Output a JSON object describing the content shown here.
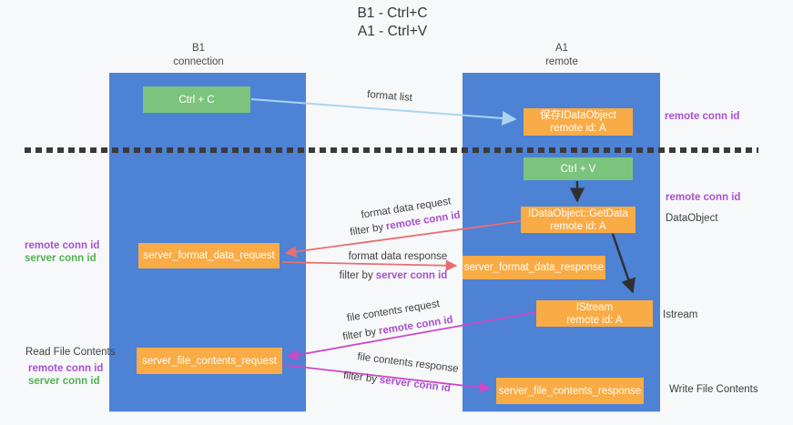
{
  "title": {
    "line1": "B1 - Ctrl+C",
    "line2": "A1 - Ctrl+V"
  },
  "lanes": {
    "left": {
      "name": "B1",
      "subtitle": "connection"
    },
    "right": {
      "name": "A1",
      "subtitle": "remote"
    }
  },
  "nodes": {
    "ctrl_c": {
      "label": "Ctrl + C"
    },
    "ctrl_v": {
      "label": "Ctrl + V"
    },
    "save_idataobject": {
      "line1": "保存IDataObject",
      "line2": "remote id: A"
    },
    "getdata": {
      "line1": "IDataObject::GetData",
      "line2": "remote id: A"
    },
    "istream": {
      "line1": "IStream",
      "line2": "remote id: A"
    },
    "server_format_data_request": {
      "label": "server_format_data_request"
    },
    "server_format_data_response": {
      "label": "server_format_data_response"
    },
    "server_file_contents_request": {
      "label": "server_file_contents_request"
    },
    "server_file_contents_response": {
      "label": "server_file_contents_response"
    }
  },
  "edges": {
    "format_list": {
      "label": "format list"
    },
    "format_data_request": {
      "label": "format data request",
      "filter_prefix": "filter by",
      "filter_id": "remote conn id"
    },
    "format_data_response": {
      "label": "format data response",
      "filter_prefix": "filter by",
      "filter_id": "server conn id"
    },
    "file_contents_request": {
      "label": "file contents request",
      "filter_prefix": "filter by",
      "filter_id": "remote conn id"
    },
    "file_contents_response": {
      "label": "file contents response",
      "filter_prefix": "filter by",
      "filter_id": "server conn id"
    }
  },
  "margin_left": {
    "conn_ids_top": [
      {
        "text": "remote conn id"
      },
      {
        "text": "server conn id"
      }
    ],
    "read_file_contents": "Read File Contents",
    "conn_ids_bottom": [
      {
        "text": "remote conn id"
      },
      {
        "text": "server conn id"
      }
    ]
  },
  "margin_right": {
    "remote_conn_id_1": "remote conn id",
    "remote_conn_id_2": "remote conn id",
    "dataobject": "DataObject",
    "istream": "Istream",
    "write_file_contents": "Write File Contents"
  },
  "colors": {
    "lane_blue": "#4d82d5",
    "box_orange": "#f9ab45",
    "box_green": "#7cc47e",
    "arrow_light_blue": "#a9d5f2",
    "arrow_red": "#ea6d70",
    "arrow_magenta": "#cc49c5",
    "arrow_black": "#303030",
    "dashed_line": "#3a3a3a",
    "conn_id_purple": "#a94fd2",
    "conn_id_green": "#52b152",
    "text_dark": "#3c3c3c"
  }
}
